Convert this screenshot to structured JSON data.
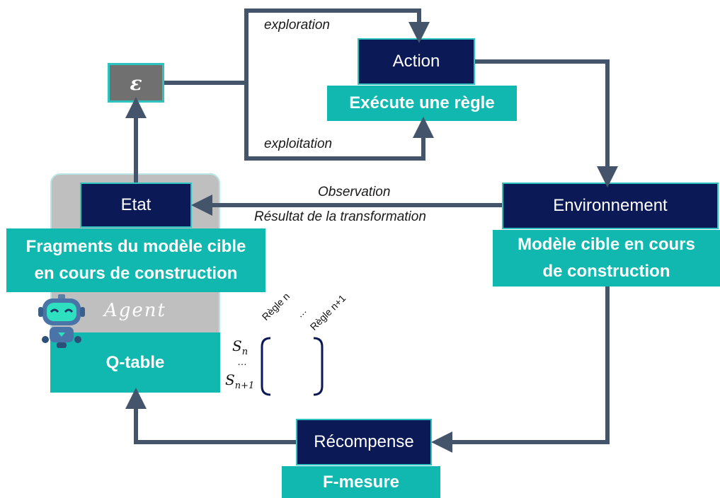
{
  "agent_panel": {
    "agent_label": "Agent",
    "qtable_label": "Q-table"
  },
  "epsilon": {
    "label": "ε"
  },
  "etat": {
    "title": "Etat",
    "desc_line1": "Fragments du modèle cible",
    "desc_line2": "en cours de construction"
  },
  "action": {
    "title": "Action",
    "desc": "Exécute une règle"
  },
  "environnement": {
    "title": "Environnement",
    "desc_line1": "Modèle cible en cours",
    "desc_line2": "de construction"
  },
  "recompense": {
    "title": "Récompense",
    "desc": "F-mesure"
  },
  "edge_labels": {
    "exploration": "exploration",
    "exploitation": "exploitation",
    "observation": "Observation",
    "resultat": "Résultat de la transformation"
  },
  "qmatrix": {
    "col_first": "Règle n",
    "col_dots": "…",
    "col_last": "Règle n+1",
    "row_first": "S",
    "row_first_sub": "n",
    "row_dots": "…",
    "row_last": "S",
    "row_last_sub": "n+1"
  },
  "colors": {
    "navy": "#0b1957",
    "teal": "#10b8b0",
    "arrow": "#44546a",
    "panel": "#bfbfbf",
    "epsilon_box": "#707070"
  },
  "icons": [
    "robot-icon"
  ]
}
